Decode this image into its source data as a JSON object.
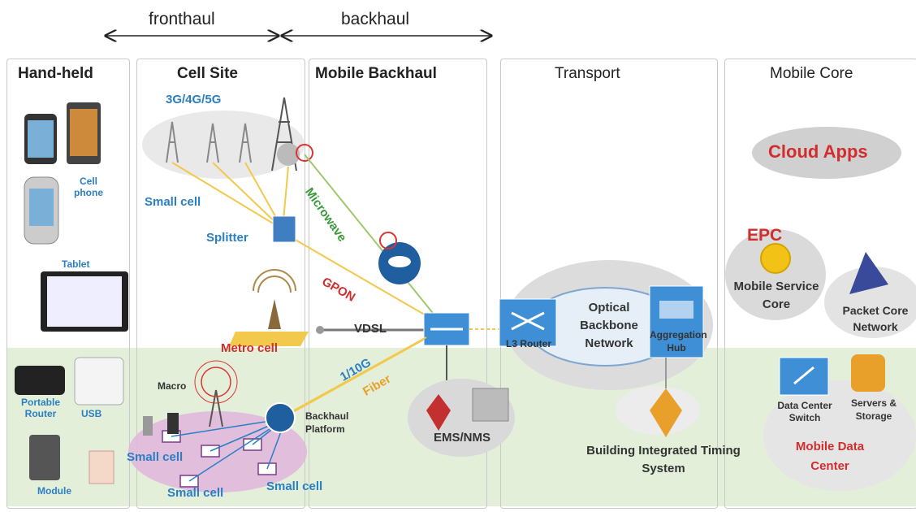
{
  "top": {
    "fronthaul": "fronthaul",
    "backhaul": "backhaul"
  },
  "columns": {
    "handheld": "Hand-held",
    "cellsite": "Cell Site",
    "backhaul": "Mobile Backhaul",
    "transport": "Transport",
    "core": "Mobile Core"
  },
  "handheld": {
    "cellphone": "Cell phone",
    "tablet": "Tablet",
    "router": "Portable Router",
    "usb": "USB",
    "module": "Module"
  },
  "cellsite": {
    "gens": "3G/4G/5G",
    "smallcell_top": "Small cell",
    "splitter": "Splitter",
    "metro": "Metro cell",
    "macro": "Macro",
    "smallcell_left": "Small cell",
    "smallcell_bottom": "Small cell",
    "smallcell_right": "Small cell"
  },
  "backhaul": {
    "microwave": "Microwave",
    "gpon": "GPON",
    "vdsl": "VDSL",
    "ten_g": "1/10G",
    "fiber": "Fiber",
    "platform": "Backhaul Platform",
    "ems": "EMS/NMS"
  },
  "transport": {
    "l3router": "L3 Router",
    "optical": "Optical Backbone Network",
    "aggregation": "Aggregation Hub",
    "timing": "Building Integrated Timing System"
  },
  "core": {
    "cloud_apps": "Cloud Apps",
    "epc": "EPC",
    "msc": "Mobile Service Core",
    "packet": "Packet Core Network",
    "dc_switch": "Data Center Switch",
    "servers": "Servers & Storage",
    "mdc": "Mobile Data Center"
  }
}
